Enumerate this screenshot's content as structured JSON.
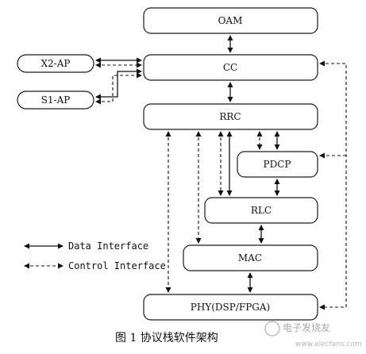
{
  "blocks": {
    "oam": "OAM",
    "cc": "CC",
    "x2ap": "X2-AP",
    "s1ap": "S1-AP",
    "rrc": "RRC",
    "pdcp": "PDCP",
    "rlc": "RLC",
    "mac": "MAC",
    "phy": "PHY(DSP/FPGA)"
  },
  "legend": {
    "data": "Data Interface",
    "control": "Control Interface"
  },
  "caption": "图 1   协议栈软件架构",
  "watermark": {
    "brand": "电子发烧友",
    "url": "www.elecfans.com"
  }
}
